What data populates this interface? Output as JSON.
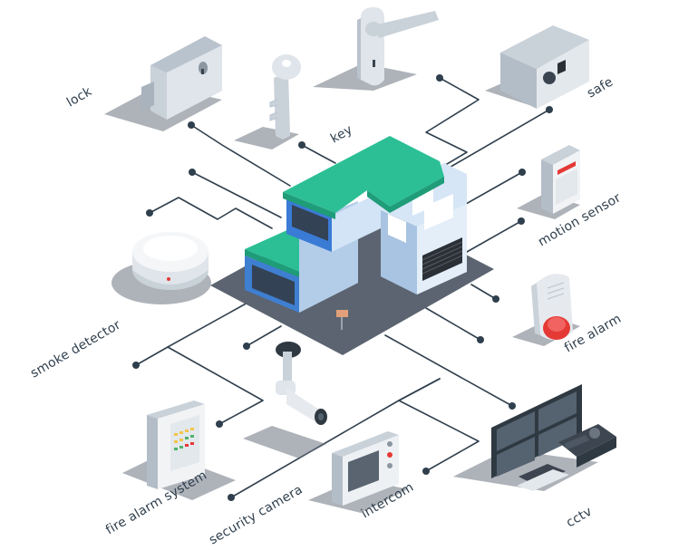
{
  "diagram": {
    "labels": {
      "lock": "lock",
      "key": "key",
      "safe": "safe",
      "motion_sensor": "motion sensor",
      "fire_alarm": "fire alarm",
      "smoke_detector": "smoke detector",
      "fire_alarm_system": "fire alarm system",
      "security_camera": "security camera",
      "intercom": "intercom",
      "cctv": "cctv"
    },
    "colors": {
      "wire": "#2f3f4d",
      "roof": "#2cbf95",
      "wall_light": "#c9ddf2",
      "wall_blue": "#3a7bd5",
      "shadow": "#6b7280",
      "device_light": "#e6e9ee",
      "alarm_red": "#e53935",
      "monitor_dark": "#3d4650"
    },
    "icons": [
      "house-icon",
      "lock-icon",
      "door-handle-icon",
      "key-icon",
      "safe-icon",
      "motion-sensor-icon",
      "fire-alarm-icon",
      "smoke-detector-icon",
      "fire-alarm-system-icon",
      "security-camera-icon",
      "intercom-icon",
      "cctv-icon"
    ]
  }
}
